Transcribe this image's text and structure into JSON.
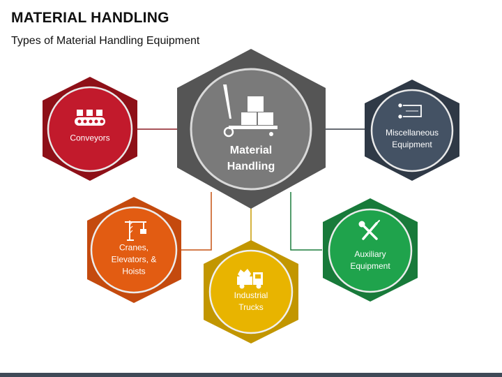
{
  "header": {
    "title": "MATERIAL HANDLING",
    "subtitle": "Types of Material Handling Equipment"
  },
  "center": {
    "label_line1": "Material",
    "label_line2": "Handling",
    "icon": "pallet-jack-icon",
    "color": "#5a5a5a"
  },
  "nodes": {
    "conveyors": {
      "label": "Conveyors",
      "icon": "conveyor-icon",
      "color": "#c0182a"
    },
    "miscellaneous": {
      "line1": "Miscellaneous",
      "line2": "Equipment",
      "icon": "misc-equipment-icon",
      "color": "#3f4a5a"
    },
    "cranes": {
      "line1": "Cranes,",
      "line2": "Elevators, &",
      "line3": "Hoists",
      "icon": "crane-icon",
      "color": "#e25c12"
    },
    "trucks": {
      "line1": "Industrial",
      "line2": "Trucks",
      "icon": "truck-icon",
      "color": "#e8b400"
    },
    "auxiliary": {
      "line1": "Auxiliary",
      "line2": "Equipment",
      "icon": "wrench-screwdriver-icon",
      "color": "#1e9a48"
    }
  }
}
